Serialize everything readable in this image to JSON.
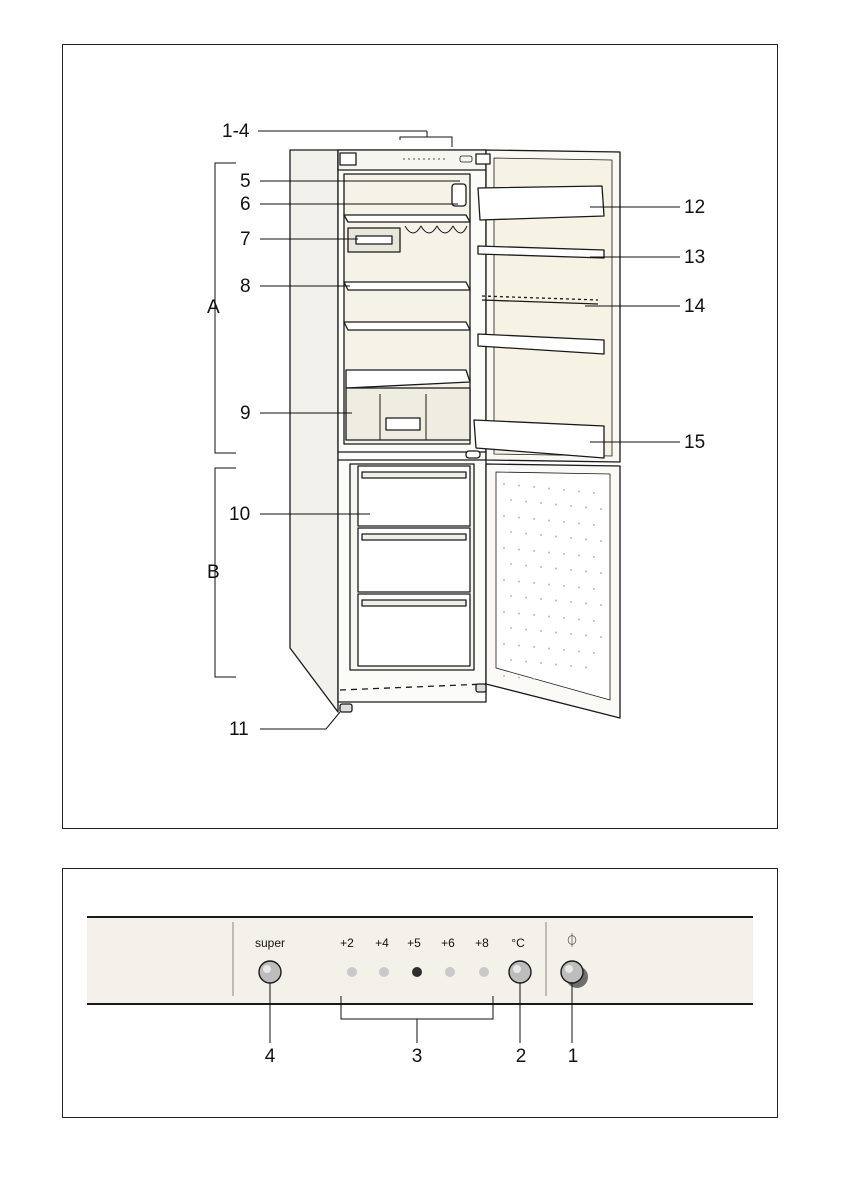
{
  "fridge_labels": {
    "l1_4": "1-4",
    "l5": "5",
    "l6": "6",
    "l7": "7",
    "l8": "8",
    "l9": "9",
    "l10": "10",
    "l11": "11",
    "l12": "12",
    "l13": "13",
    "l14": "14",
    "l15": "15",
    "zone_a": "A",
    "zone_b": "B"
  },
  "control_panel": {
    "super_label": "super",
    "temps": [
      "+2",
      "+4",
      "+5",
      "+6",
      "+8"
    ],
    "active_temp": "+5",
    "unit_label": "°C",
    "power_symbol": "⏀",
    "callouts": {
      "c4": "4",
      "c3": "3",
      "c2": "2",
      "c1": "1"
    }
  },
  "colors": {
    "panel_bg": "#f4f1ea",
    "line": "#1a1a1a",
    "led_off": "#c9c9c9",
    "led_on": "#2e2e2e",
    "button": "#bdbdbd"
  }
}
